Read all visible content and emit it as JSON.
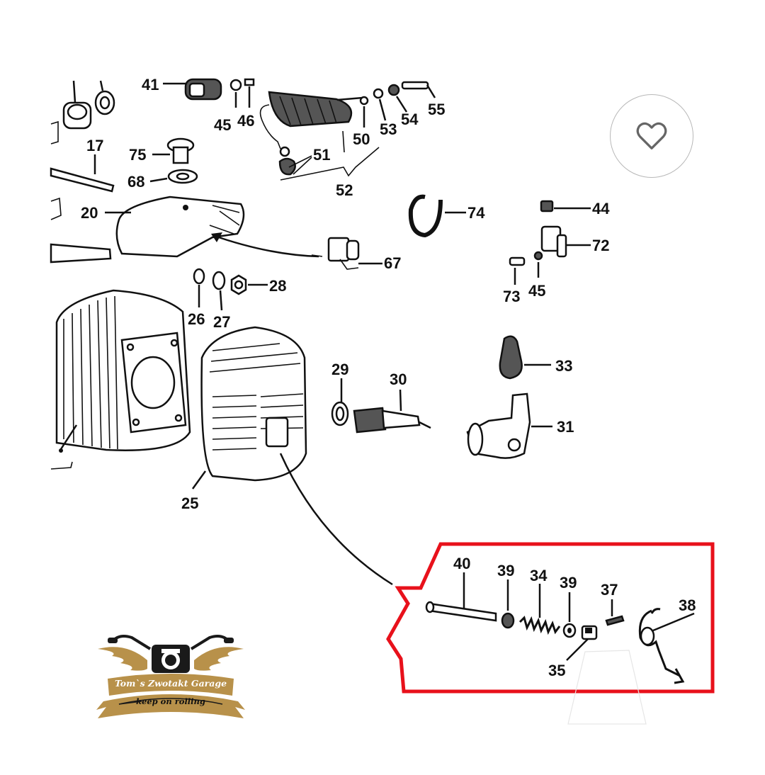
{
  "diagram": {
    "part_numbers": [
      "41",
      "45",
      "46",
      "50",
      "53",
      "54",
      "55",
      "17",
      "75",
      "68",
      "51",
      "52",
      "20",
      "74",
      "44",
      "72",
      "67",
      "73",
      "45",
      "28",
      "26",
      "27",
      "33",
      "29",
      "30",
      "31",
      "25",
      "40",
      "39",
      "34",
      "39",
      "37",
      "38",
      "35"
    ]
  },
  "favorite_button": {
    "icon": "heart-icon"
  },
  "logo": {
    "name": "Tom`s Zwotakt Garage",
    "tagline": "keep on rolling"
  },
  "colors": {
    "highlight_border": "#e8111b",
    "ink": "#111111",
    "logo_gold": "#b8914a",
    "heart_stroke": "#666666"
  }
}
